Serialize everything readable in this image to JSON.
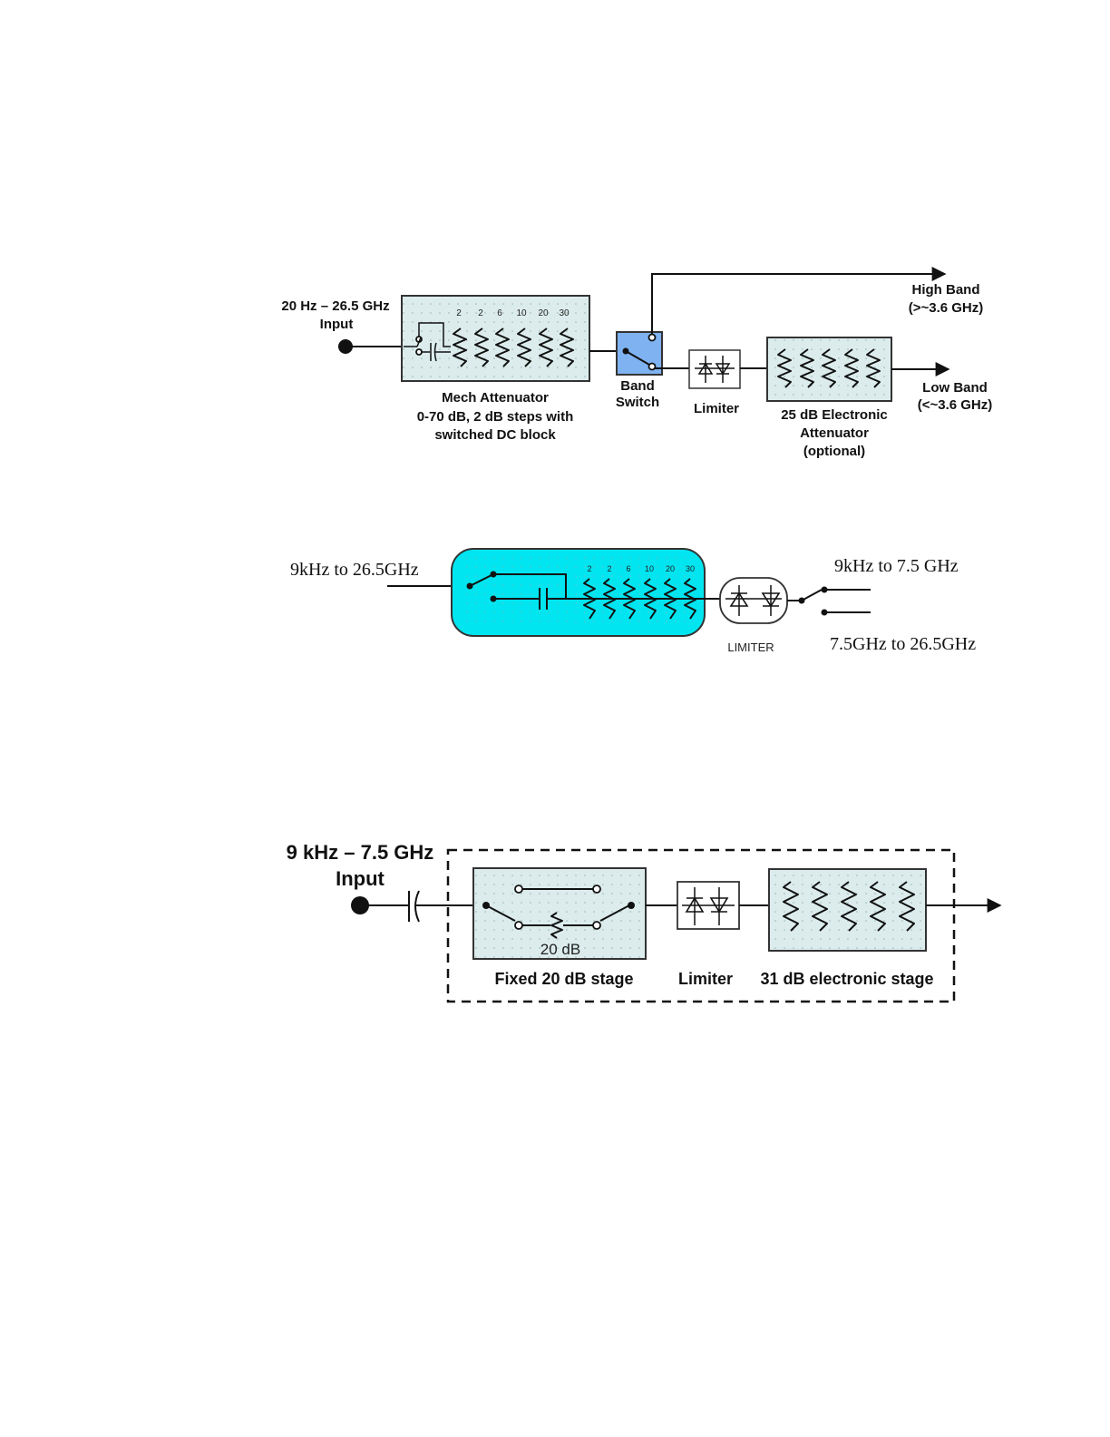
{
  "diagram1": {
    "input_label_line1": "20 Hz – 26.5 GHz",
    "input_label_line2": "Input",
    "attenuator_steps": [
      "2",
      "2",
      "6",
      "10",
      "20",
      "30"
    ],
    "mech_attenuator_line1": "Mech Attenuator",
    "mech_attenuator_line2": "0-70 dB, 2 dB steps with",
    "mech_attenuator_line3": "switched DC block",
    "band_switch_line1": "Band",
    "band_switch_line2": "Switch",
    "limiter_label": "Limiter",
    "electronic_att_line1": "25 dB Electronic",
    "electronic_att_line2": "Attenuator",
    "electronic_att_line3": "(optional)",
    "high_band_line1": "High Band",
    "high_band_line2": "(>~3.6 GHz)",
    "low_band_line1": "Low Band",
    "low_band_line2": "(<~3.6 GHz)",
    "colors": {
      "attenuator_box": "#dcecec",
      "band_switch_box": "#7fb2f0"
    }
  },
  "diagram2": {
    "input_label": "9kHz to 26.5GHz",
    "attenuator_steps": [
      "2",
      "2",
      "6",
      "10",
      "20",
      "30"
    ],
    "limiter_label": "LIMITER",
    "output_top_label": "9kHz to 7.5 GHz",
    "output_bottom_label": "7.5GHz to 26.5GHz",
    "colors": {
      "attenuator_box": "#00e5f0"
    }
  },
  "diagram3": {
    "input_label_line1": "9 kHz – 7.5 GHz",
    "input_label_line2": "Input",
    "fixed_stage_value": "20 dB",
    "fixed_stage_label": "Fixed 20 dB stage",
    "limiter_label": "Limiter",
    "electronic_stage_label": "31 dB electronic stage"
  }
}
